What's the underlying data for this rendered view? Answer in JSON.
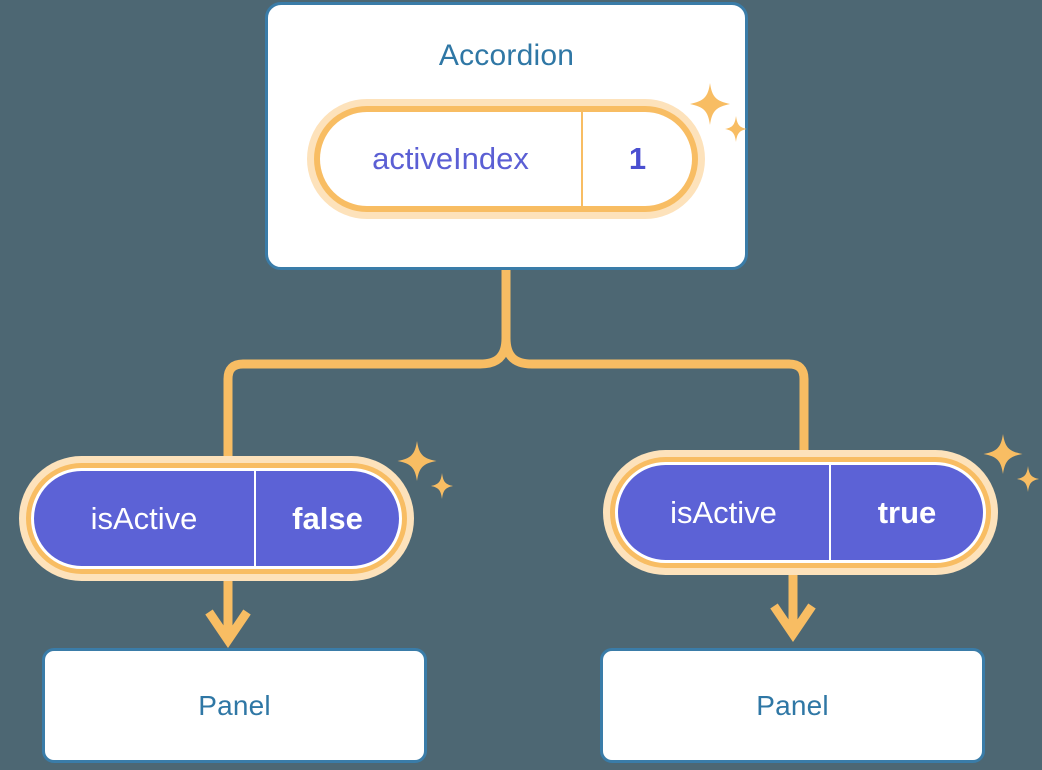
{
  "theme": {
    "background": "#4d6773",
    "card_border": "#3a7ca8",
    "card_fill": "#ffffff",
    "card_title_text": "#2f77a5",
    "pill_glow": "#fde2bb",
    "pill_ring": "#f8bd63",
    "pill_state_fill": "#5c62d6",
    "pill_key_text_indigo": "#5b5fd4",
    "pill_text_white": "#ffffff",
    "connector": "#f8bd63"
  },
  "diagram": {
    "type": "component-tree",
    "root": {
      "title": "Accordion",
      "state_pill": {
        "key": "activeIndex",
        "value": "1",
        "sparkle": "sparkles-icon"
      }
    },
    "branches": [
      {
        "state_pill": {
          "key": "isActive",
          "value": "false",
          "sparkle": "sparkles-icon"
        },
        "child": {
          "title": "Panel"
        }
      },
      {
        "state_pill": {
          "key": "isActive",
          "value": "true",
          "sparkle": "sparkles-icon"
        },
        "child": {
          "title": "Panel"
        }
      }
    ]
  }
}
